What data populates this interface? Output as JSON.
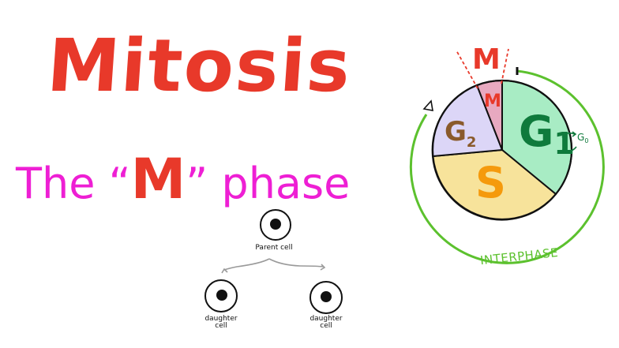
{
  "title": "Mitosis",
  "subtitle": {
    "prefix": "The",
    "open_quote": "“",
    "highlight": "M",
    "close_quote": "”",
    "suffix": "phase"
  },
  "division_diagram": {
    "parent_label": "Parent cell",
    "daughter_left_label_line1": "daughter",
    "daughter_left_label_line2": "cell",
    "daughter_right_label_line1": "daughter",
    "daughter_right_label_line2": "cell"
  },
  "cell_cycle": {
    "outer_label": "M",
    "arc_label": "INTERPHASE",
    "phases": [
      {
        "key": "G1",
        "label": "G",
        "sub": "1",
        "color": "#a8ecc4",
        "text_color": "#0f7a3c"
      },
      {
        "key": "S",
        "label": "S",
        "sub": "",
        "color": "#f7e39b",
        "text_color": "#f59a0c"
      },
      {
        "key": "G2",
        "label": "G",
        "sub": "2",
        "color": "#dcd6f7",
        "text_color": "#8a5a2b"
      },
      {
        "key": "M",
        "label": "M",
        "sub": "",
        "color": "#e8a9c0",
        "text_color": "#e8392a"
      }
    ],
    "g0_label": "G",
    "g0_sub": "0"
  },
  "colors": {
    "title_red": "#e8392a",
    "subtitle_magenta": "#ee1fd4",
    "interphase_green": "#5cc12e",
    "arrow_gray": "#9a9a9a"
  }
}
